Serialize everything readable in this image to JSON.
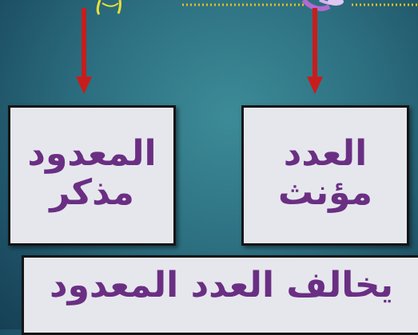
{
  "masculine_counted_box": {
    "line1": "المعدود",
    "line2": "مذكر"
  },
  "feminine_number_box": {
    "line1": "العدد",
    "line2": "مؤنث"
  },
  "rule_box": {
    "text": "يخالف العدد المعدود"
  },
  "colors": {
    "text": "#6a2f83",
    "arrow": "#c81d1d",
    "box_background": "#e6e7ed",
    "dotted_line": "#e8c21a"
  },
  "icons": [
    "arrow-down-icon",
    "arrow-down-icon"
  ]
}
